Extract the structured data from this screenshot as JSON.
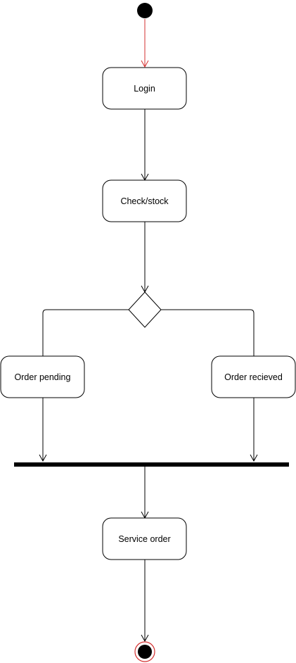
{
  "diagram": {
    "activities": {
      "login": "Login",
      "check_stock": "Check/stock",
      "order_pending": "Order pending",
      "order_received": "Order recieved",
      "service_order": "Service order"
    },
    "colors": {
      "stroke": "#000000",
      "start_flow": "#d32f2f",
      "end_ring": "#d32f2f",
      "node_fill": "#ffffff",
      "bar_fill": "#000000"
    }
  }
}
